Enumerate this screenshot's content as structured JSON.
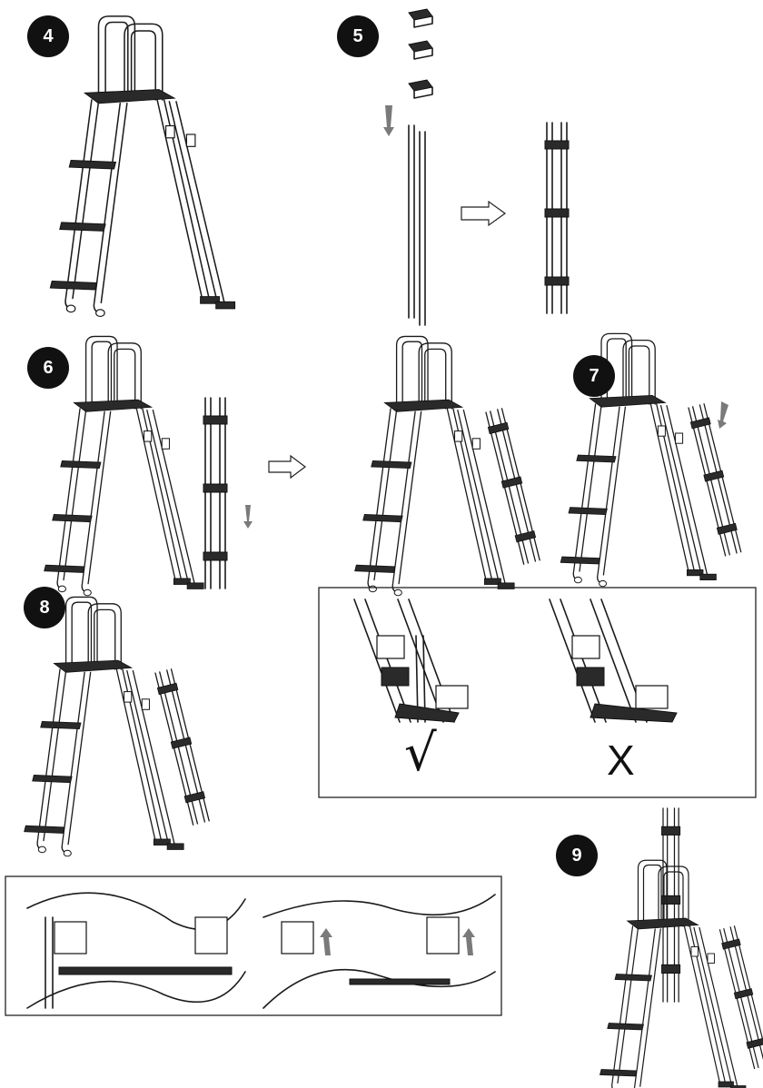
{
  "steps": [
    {
      "id": "step-4",
      "number": "4"
    },
    {
      "id": "step-5",
      "number": "5"
    },
    {
      "id": "step-6",
      "number": "6"
    },
    {
      "id": "step-7",
      "number": "7"
    },
    {
      "id": "step-8",
      "number": "8"
    },
    {
      "id": "step-9",
      "number": "9"
    }
  ],
  "check_panel": {
    "correct_mark": "√",
    "wrong_mark": "X"
  },
  "colors": {
    "badge": "#111111",
    "line": "#1a1a1a",
    "arrow_gray": "#7a7a7a"
  },
  "icons": {
    "direction_arrow": "hollow-right-arrow",
    "push_arrow": "gray-down-arrow",
    "lift_arrow": "gray-up-arrow"
  }
}
